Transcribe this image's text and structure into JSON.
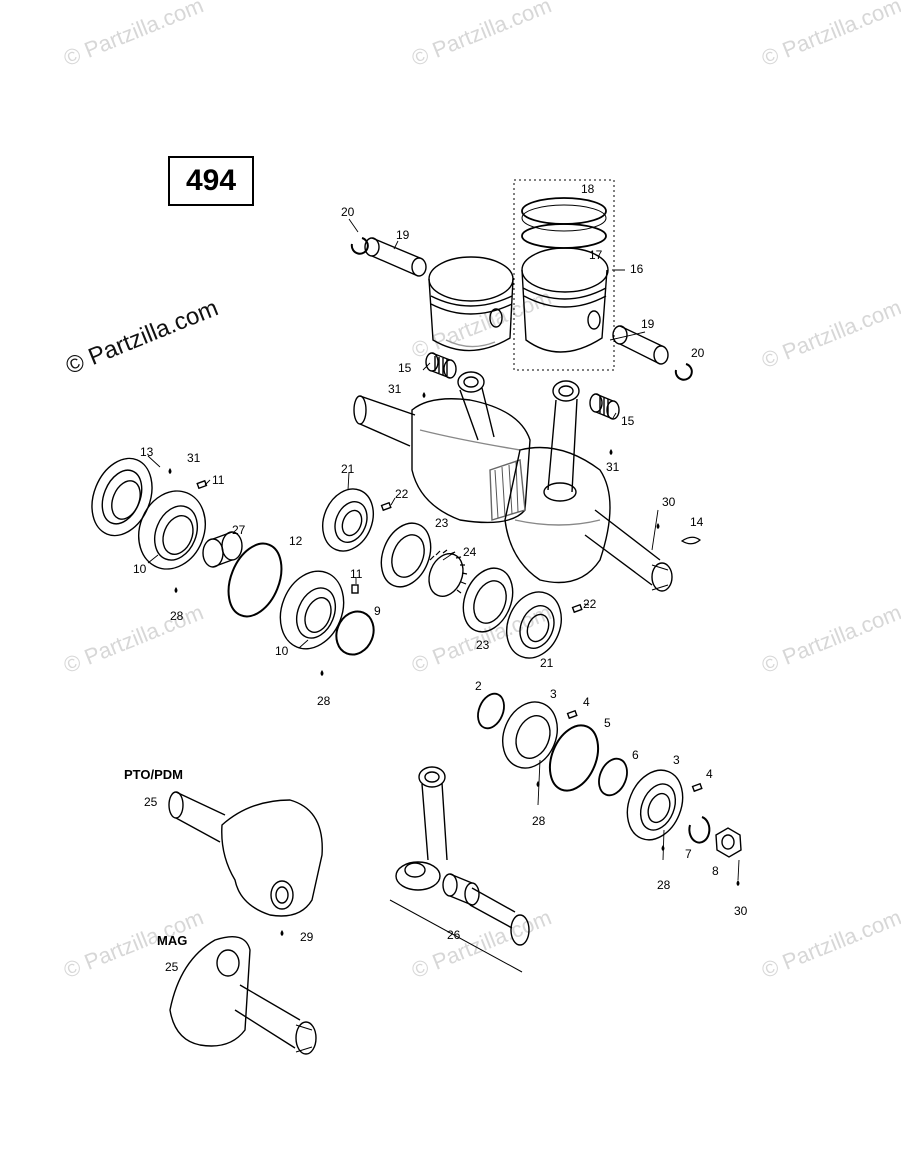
{
  "diagram_number": "494",
  "watermark": {
    "main": "© Partzilla.com",
    "faint": "© Partzilla.com"
  },
  "variants": {
    "pto": "PTO/PDM",
    "mag": "MAG"
  },
  "callouts": {
    "c20a": "20",
    "c19a": "19",
    "c18": "18",
    "c17": "17",
    "c16": "16",
    "c19b": "19",
    "c20b": "20",
    "c15a": "15",
    "c31a": "31",
    "c15b": "15",
    "c31b": "31",
    "c13": "13",
    "c31c": "31",
    "c11a": "11",
    "c21a": "21",
    "c22a": "22",
    "c27": "27",
    "c12": "12",
    "c10a": "10",
    "c28a": "28",
    "c30a": "30",
    "c14": "14",
    "c23a": "23",
    "c24": "24",
    "c11b": "11",
    "c9": "9",
    "c22b": "22",
    "c10b": "10",
    "c28b": "28",
    "c23b": "23",
    "c21b": "21",
    "c2": "2",
    "c3a": "3",
    "c4a": "4",
    "c5": "5",
    "c6": "6",
    "c3b": "3",
    "c4b": "4",
    "c28c": "28",
    "c7": "7",
    "c8": "8",
    "c28d": "28",
    "c30b": "30",
    "c25a": "25",
    "c29": "29",
    "c26": "26",
    "c25b": "25"
  }
}
